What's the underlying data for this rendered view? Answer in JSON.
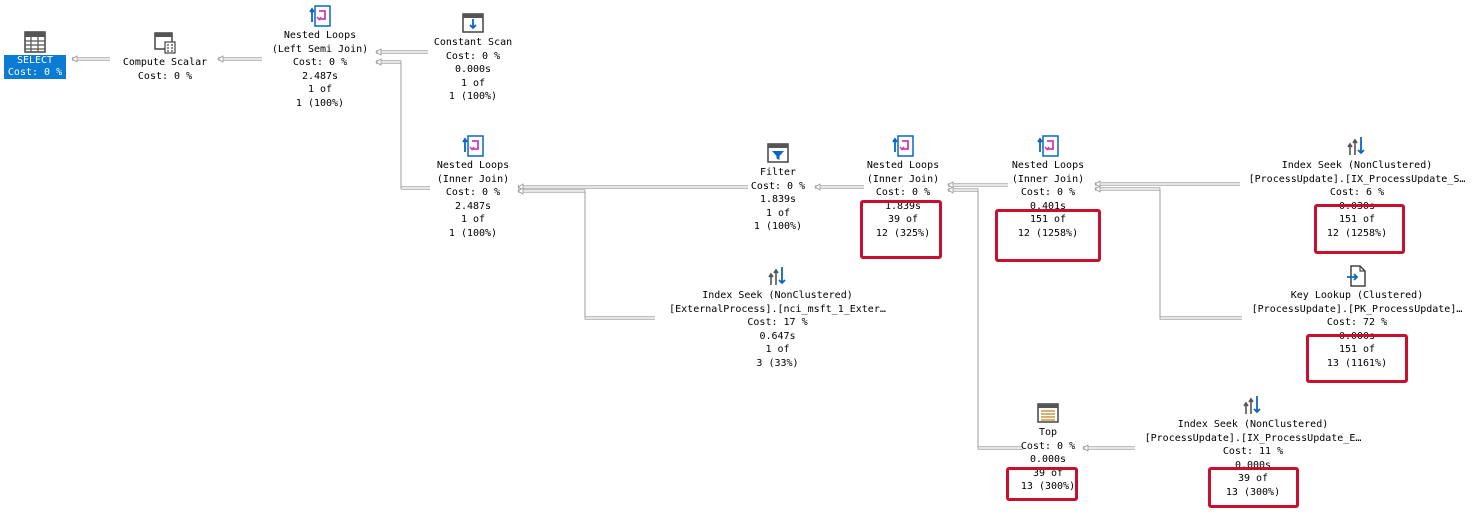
{
  "nodes": {
    "select": {
      "name": "SELECT",
      "cost": "Cost: 0 %"
    },
    "compute_scalar": {
      "name": "Compute Scalar",
      "cost": "Cost: 0 %"
    },
    "nl_semi": {
      "name": "Nested Loops",
      "sub": "(Left Semi Join)",
      "cost": "Cost: 0 %",
      "time": "2.487s",
      "rows": "1 of",
      "est": "1 (100%)"
    },
    "constant_scan": {
      "name": "Constant Scan",
      "cost": "Cost: 0 %",
      "time": "0.000s",
      "rows": "1 of",
      "est": "1 (100%)"
    },
    "nl_inner1": {
      "name": "Nested Loops",
      "sub": "(Inner Join)",
      "cost": "Cost: 0 %",
      "time": "2.487s",
      "rows": "1 of",
      "est": "1 (100%)"
    },
    "filter": {
      "name": "Filter",
      "cost": "Cost: 0 %",
      "time": "1.839s",
      "rows": "1 of",
      "est": "1 (100%)"
    },
    "nl_inner2": {
      "name": "Nested Loops",
      "sub": "(Inner Join)",
      "cost": "Cost: 0 %",
      "time": "1.839s",
      "rows": "39 of",
      "est": "12 (325%)"
    },
    "nl_inner3": {
      "name": "Nested Loops",
      "sub": "(Inner Join)",
      "cost": "Cost: 0 %",
      "time": "0.401s",
      "rows": "151 of",
      "est": "12 (1258%)"
    },
    "seek_sync": {
      "name": "Index Seek (NonClustered)",
      "sub": "[ProcessUpdate].[IX_ProcessUpdate_S…",
      "cost": "Cost: 6 %",
      "time": "0.030s",
      "rows": "151 of",
      "est": "12 (1258%)"
    },
    "key_lookup": {
      "name": "Key Lookup (Clustered)",
      "sub": "[ProcessUpdate].[PK_ProcessUpdate]…",
      "cost": "Cost: 72 %",
      "time": "0.000s",
      "rows": "151 of",
      "est": "13 (1161%)"
    },
    "seek_ext": {
      "name": "Index Seek (NonClustered)",
      "sub": "[ExternalProcess].[nci_msft_1_Exter…",
      "cost": "Cost: 17 %",
      "time": "0.647s",
      "rows": "1 of",
      "est": "3 (33%)"
    },
    "top": {
      "name": "Top",
      "cost": "Cost: 0 %",
      "time": "0.000s",
      "rows": "39 of",
      "est": "13 (300%)"
    },
    "seek_e": {
      "name": "Index Seek (NonClustered)",
      "sub": "[ProcessUpdate].[IX_ProcessUpdate_E…",
      "cost": "Cost: 11 %",
      "time": "0.000s",
      "rows": "39 of",
      "est": "13 (300%)"
    }
  },
  "colors": {
    "highlight": "#c8102e",
    "selected": "#0b7bd4",
    "edge": "#9a9a9a"
  }
}
